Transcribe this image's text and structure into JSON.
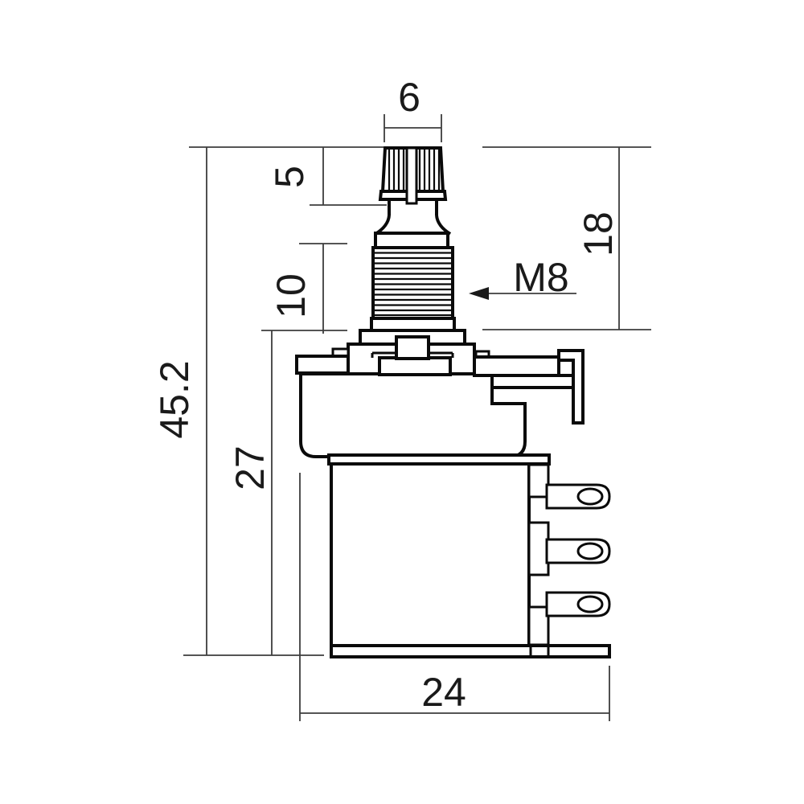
{
  "dimensions": {
    "shaft_width": "6",
    "knurl_height": "5",
    "bushing_length": "10",
    "shaft_total_height": "18",
    "thread_spec": "M8",
    "overall_height": "45.2",
    "lower_body_height": "27",
    "body_width": "24"
  },
  "colors": {
    "outline": "#0a0a0a",
    "dimension_line": "#3d3d3d",
    "text": "#1a1a1a",
    "background": "#ffffff"
  }
}
